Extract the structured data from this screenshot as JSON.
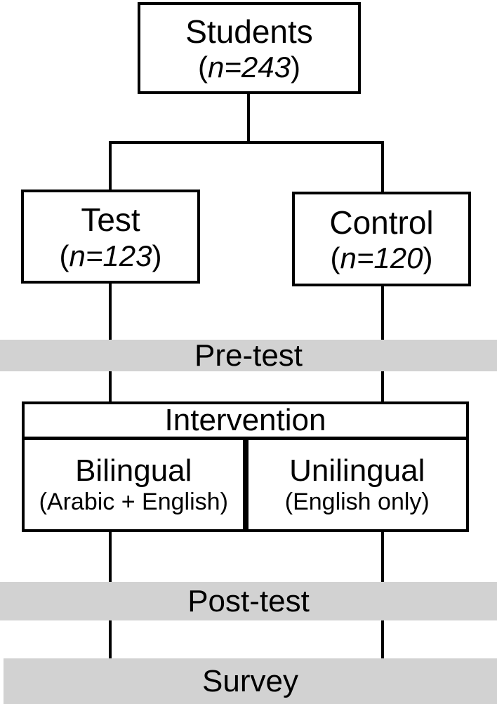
{
  "figure": {
    "type": "study-design-flowchart",
    "colors": {
      "background": "#ffffff",
      "band_gray": "#d2d2d2",
      "line_black": "#000000"
    }
  },
  "nodes": {
    "students": {
      "title": "Students",
      "n_open": "(",
      "n_italic": "n=243",
      "n_close": ")"
    },
    "test": {
      "title": "Test",
      "n_open": "(",
      "n_italic": "n=123",
      "n_close": ")"
    },
    "control": {
      "title": "Control",
      "n_open": "(",
      "n_italic": "n=120",
      "n_close": ")"
    },
    "intervention": {
      "title": "Intervention"
    },
    "bilingual": {
      "title": "Bilingual",
      "subtitle": "(Arabic + English)"
    },
    "unilingual": {
      "title": "Unilingual",
      "subtitle": "(English only)"
    }
  },
  "bands": {
    "pretest": {
      "label": "Pre-test"
    },
    "posttest": {
      "label": "Post-test"
    },
    "survey": {
      "label": "Survey"
    }
  }
}
